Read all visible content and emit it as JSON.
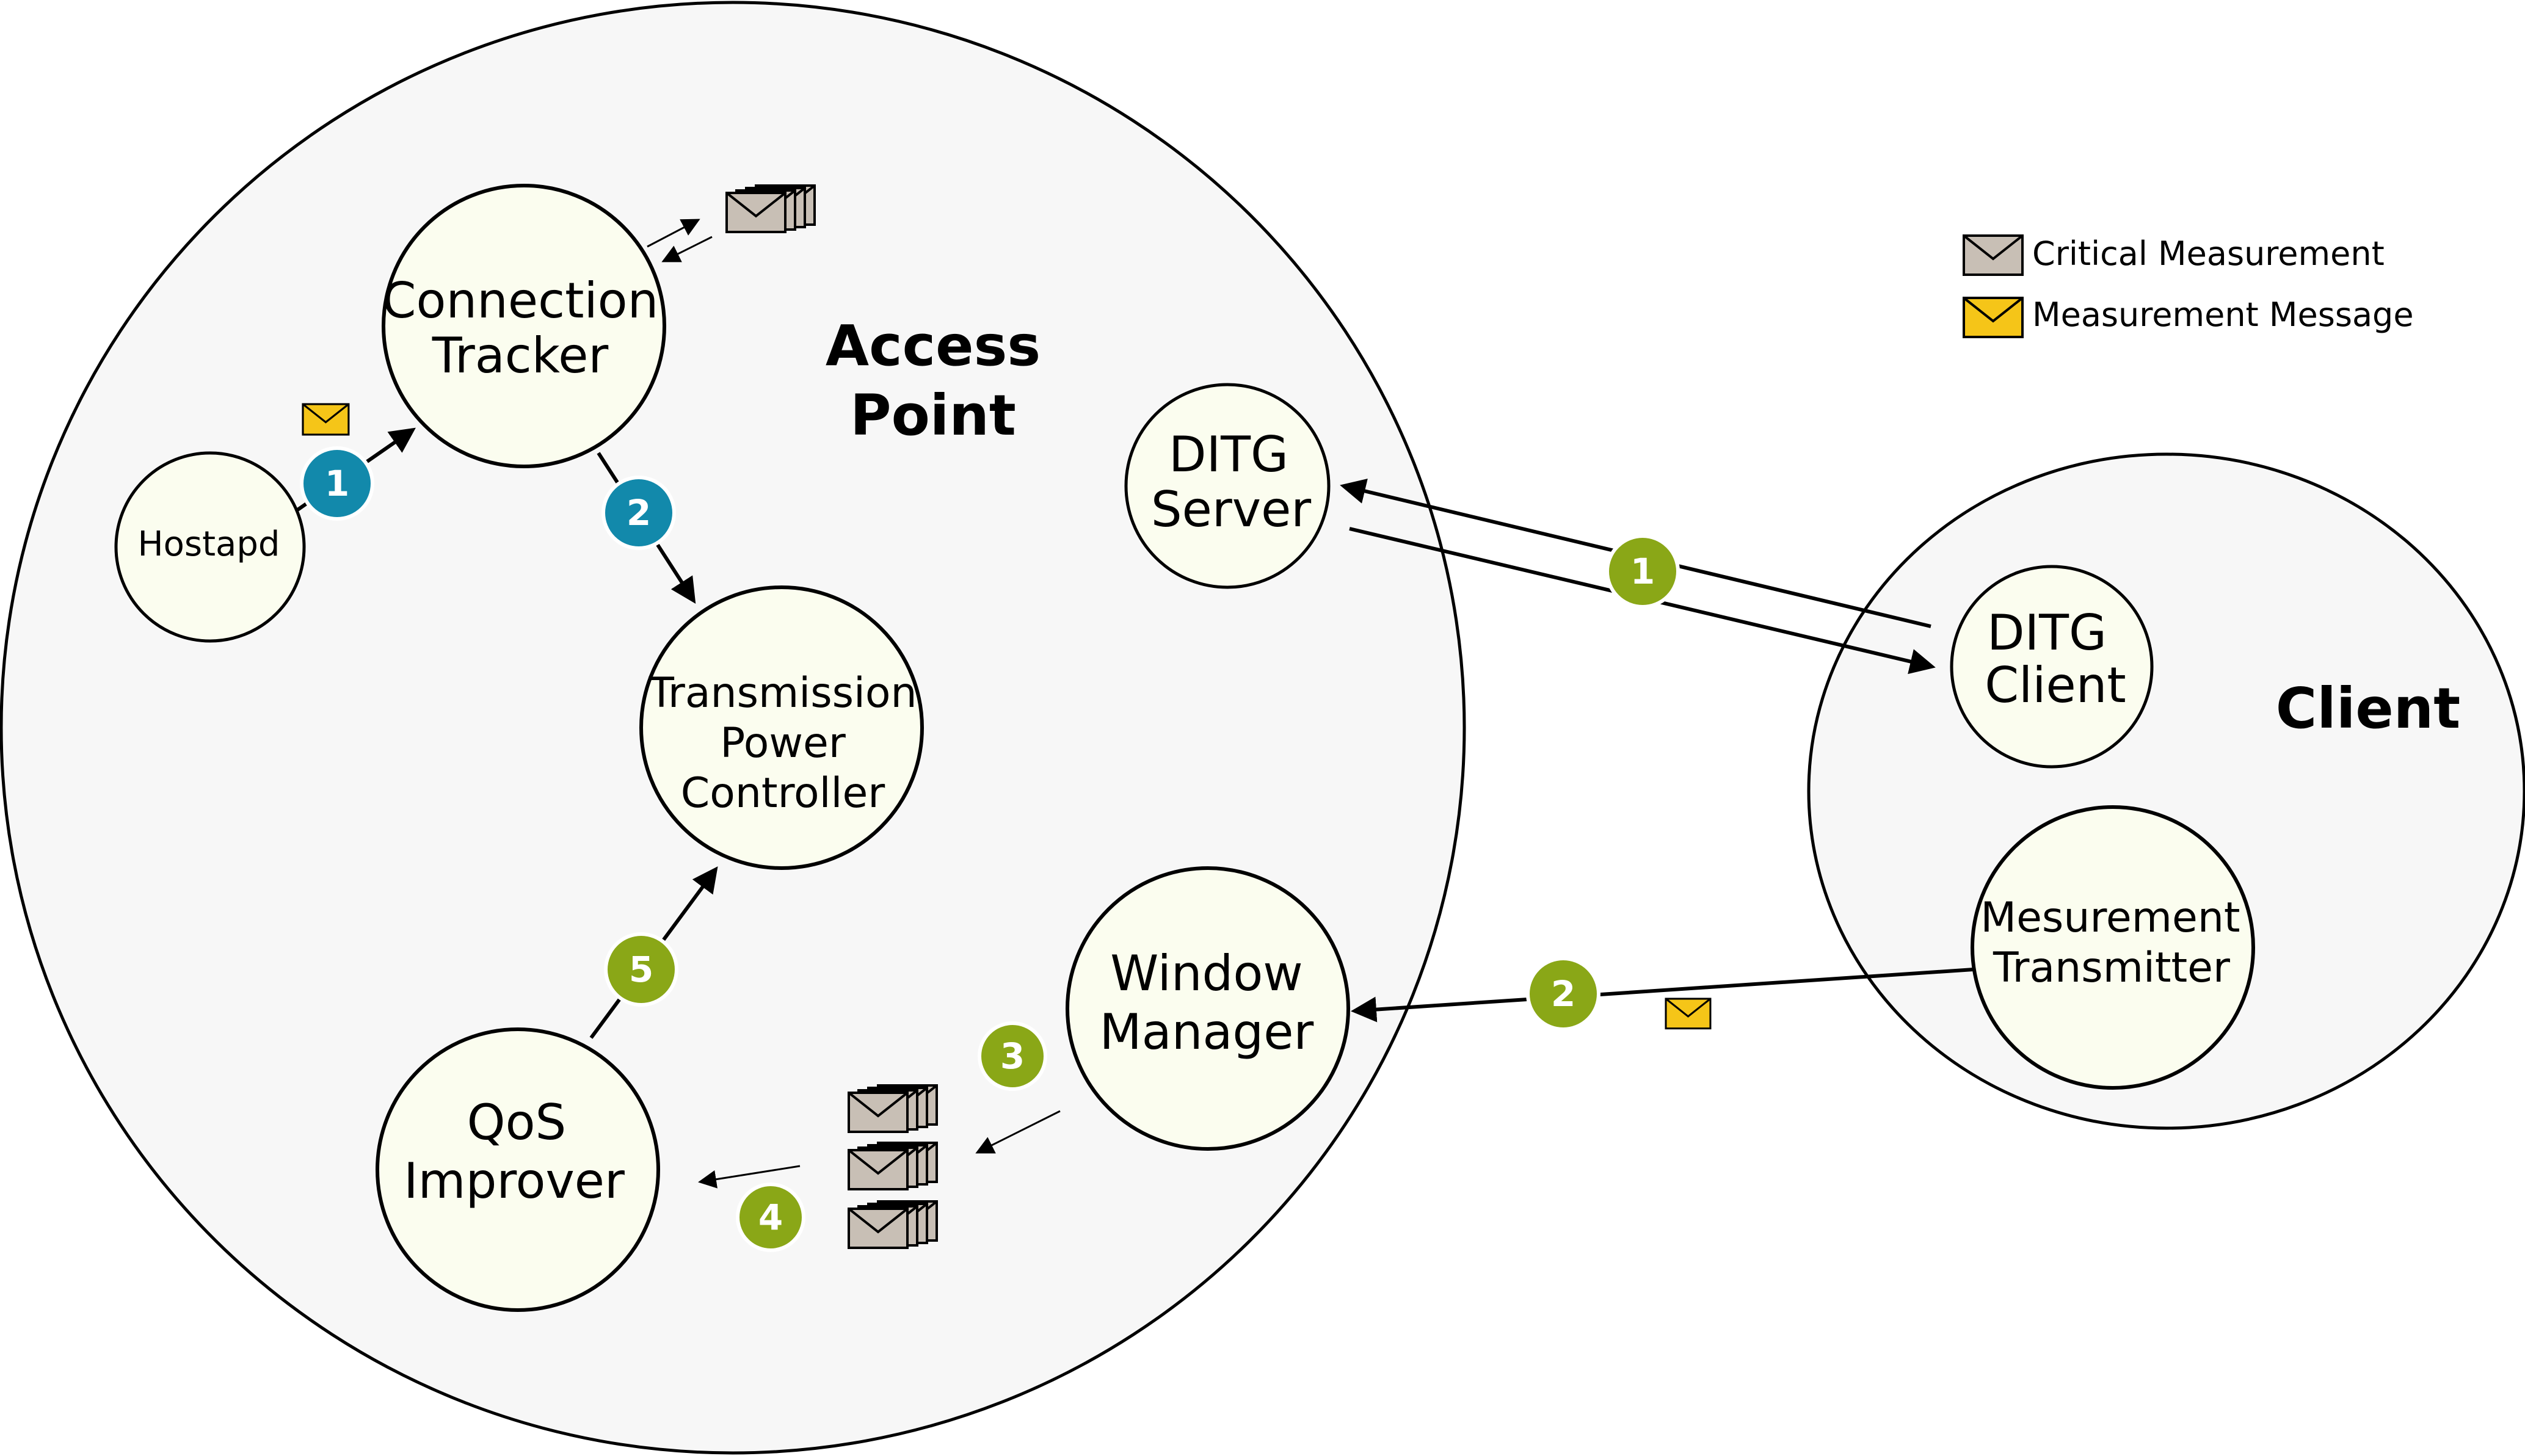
{
  "regions": {
    "access_point": {
      "label_line1": "Access",
      "label_line2": "Point"
    },
    "client": {
      "label": "Client"
    }
  },
  "nodes": {
    "connection_tracker": {
      "line1": "Connection",
      "line2": "Tracker"
    },
    "hostapd": {
      "line1": "Hostapd"
    },
    "transmission_power_controller": {
      "line1": "Transmission",
      "line2": "Power",
      "line3": "Controller"
    },
    "ditg_server": {
      "line1": "DITG",
      "line2": "Server"
    },
    "window_manager": {
      "line1": "Window",
      "line2": "Manager"
    },
    "qos_improver": {
      "line1": "QoS",
      "line2": "Improver"
    },
    "ditg_client": {
      "line1": "DITG",
      "line2": "Client"
    },
    "measurement_transmitter": {
      "line1": "Mesurement",
      "line2": "Transmitter"
    }
  },
  "badges": {
    "blue_1": "1",
    "blue_2": "2",
    "green_1": "1",
    "green_2": "2",
    "green_3": "3",
    "green_4": "4",
    "green_5": "5"
  },
  "legend": {
    "critical": {
      "label": "Critical Measurement",
      "icon": "envelope-icon",
      "color": "#c8bfb5"
    },
    "message": {
      "label": "Measurement Message",
      "icon": "envelope-icon",
      "color": "#f5c518"
    }
  },
  "colors": {
    "node_fill": "#fbfdef",
    "region_fill": "#f7f7f7",
    "badge_blue": "#1289ab",
    "badge_green": "#8aa717",
    "envelope_critical": "#c8bfb5",
    "envelope_message": "#f5c518"
  }
}
